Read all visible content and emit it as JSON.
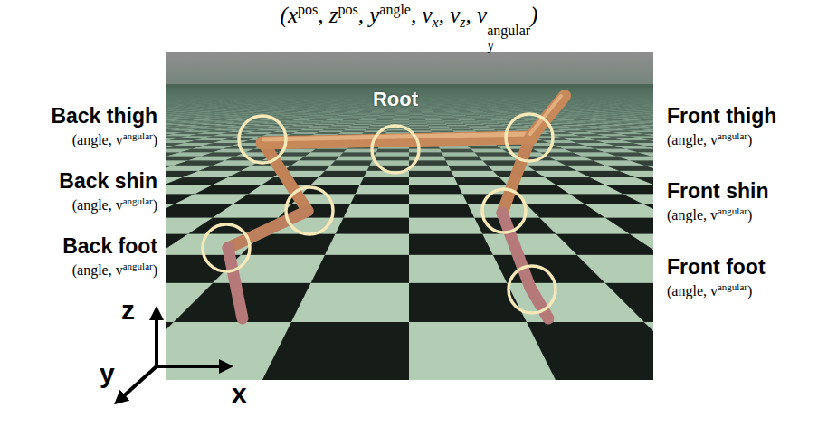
{
  "diagram": {
    "labels": [
      "(x",
      "pos",
      ", z",
      "pos",
      ", y",
      "angle",
      ", v",
      "x",
      ", v",
      "z",
      ", v",
      "angular",
      "y",
      ")",
      "Root",
      "Back thigh",
      "(angle, v",
      "angular",
      ")",
      "Back shin",
      "(angle, v",
      "angular",
      ")",
      "Back foot",
      "(angle, v",
      "angular",
      ")",
      "Front thigh",
      "(angle, v",
      "angular",
      ")",
      "Front shin",
      "(angle, v",
      "angular",
      ")",
      "Front foot",
      "(angle, v",
      "angular",
      ")",
      "z",
      "y",
      "x"
    ]
  }
}
